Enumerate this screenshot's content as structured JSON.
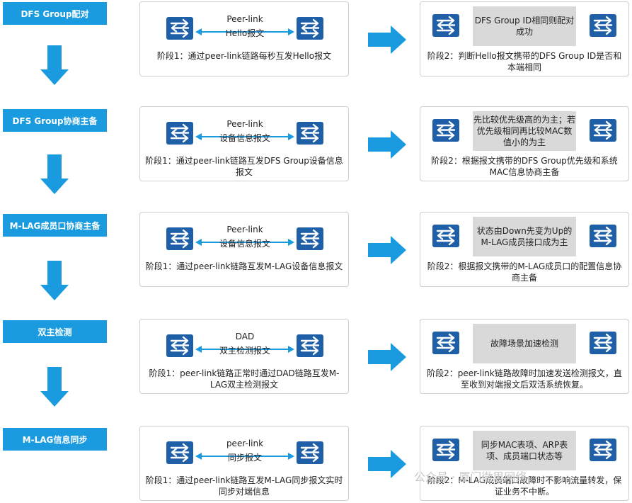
{
  "steps": [
    {
      "label": "DFS Group配对",
      "stage1": {
        "link_top": "Peer-link",
        "link_bottom": "Hello报文",
        "desc": "阶段1：通过peer-link链路每秒互发Hello报文"
      },
      "stage2": {
        "box": "DFS Group ID相同则配对成功",
        "desc": "阶段2：判断Hello报文携带的DFS Group ID是否和本端相同"
      }
    },
    {
      "label": "DFS Group协商主备",
      "stage1": {
        "link_top": "Peer-link",
        "link_bottom": "设备信息报文",
        "desc": "阶段1：通过peer-link链路互发DFS Group设备信息报文"
      },
      "stage2": {
        "box": "先比较优先级高的为主；若优先级相同再比较MAC数值小的为主",
        "desc": "阶段2：根据报文携带的DFS Group优先级和系统MAC信息协商主备"
      }
    },
    {
      "label": "M-LAG成员口协商主备",
      "stage1": {
        "link_top": "Peer-link",
        "link_bottom": "设备信息报文",
        "desc": "阶段1：通过peer-link链路互发M-LAG设备信息报文"
      },
      "stage2": {
        "box": "状态由Down先变为Up的M-LAG成员接口成为主",
        "desc": "阶段2：根据报文携带的M-LAG成员口的配置信息协商主备"
      }
    },
    {
      "label": "双主检测",
      "stage1": {
        "link_top": "DAD",
        "link_bottom": "双主检测报文",
        "desc": "阶段1：peer-link链路正常时通过DAD链路互发M-LAG双主检测报文"
      },
      "stage2": {
        "box": "故障场景加速检测",
        "desc": "阶段2：peer-link链路故障时加速发送检测报文，直至收到对端报文后双活系统恢复。"
      }
    },
    {
      "label": "M-LAG信息同步",
      "stage1": {
        "link_top": "peer-link",
        "link_bottom": "同步报文",
        "desc": "阶段1：通过peer-link链路互发M-LAG同步报文实时同步对端信息"
      },
      "stage2": {
        "box": "同步MAC表项、ARP表项、成员端口状态等",
        "desc": "阶段2：M-LAG成员端口故障时不影响流量转发，保证业务不中断。"
      }
    }
  ],
  "watermark": "公众号 · 厦门微思网络",
  "colors": {
    "accent": "#1a9be0",
    "switch": "#1f5fa8",
    "box": "#d9d9d9"
  },
  "icons": {
    "switch": "switch-icon",
    "arrow": "arrow-icon"
  }
}
